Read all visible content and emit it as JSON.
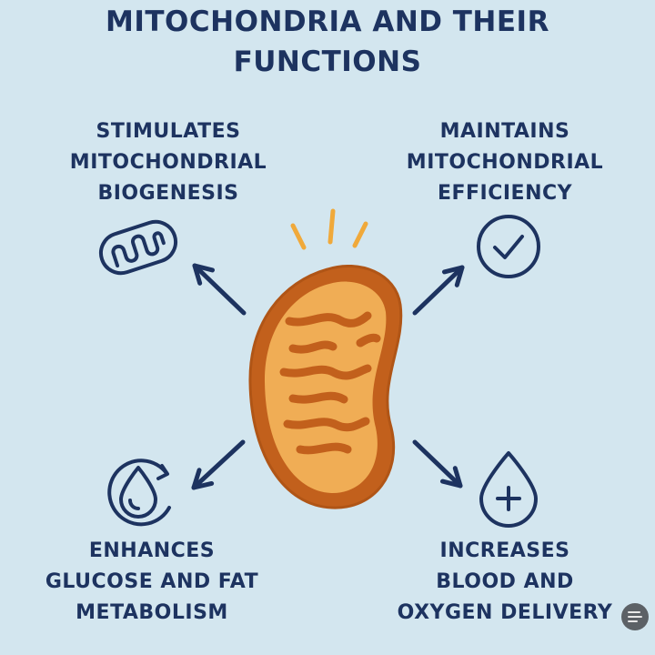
{
  "title": {
    "line1": "MITOCHONDRIA AND THEIR",
    "line2": "FUNCTIONS"
  },
  "functions": [
    {
      "lines": [
        "STIMULATES",
        "MITOCHONDRIAL",
        "BIOGENESIS"
      ],
      "icon": "mitochondrion-outline-icon"
    },
    {
      "lines": [
        "MAINTAINS",
        "MITOCHONDRIAL",
        "EFFICIENCY"
      ],
      "icon": "check-circle-icon"
    },
    {
      "lines": [
        "ENHANCES",
        "GLUCOSE AND FAT",
        "METABOLISM"
      ],
      "icon": "droplet-cycle-icon"
    },
    {
      "lines": [
        "INCREASES",
        "BLOOD AND",
        "OXYGEN DELIVERY"
      ],
      "icon": "droplet-plus-icon"
    }
  ],
  "colors": {
    "background": "#d3e6ef",
    "ink": "#1d3360",
    "mito_outer": "#c2601c",
    "mito_inner": "#f0ad55",
    "sparks": "#f0a93a"
  }
}
